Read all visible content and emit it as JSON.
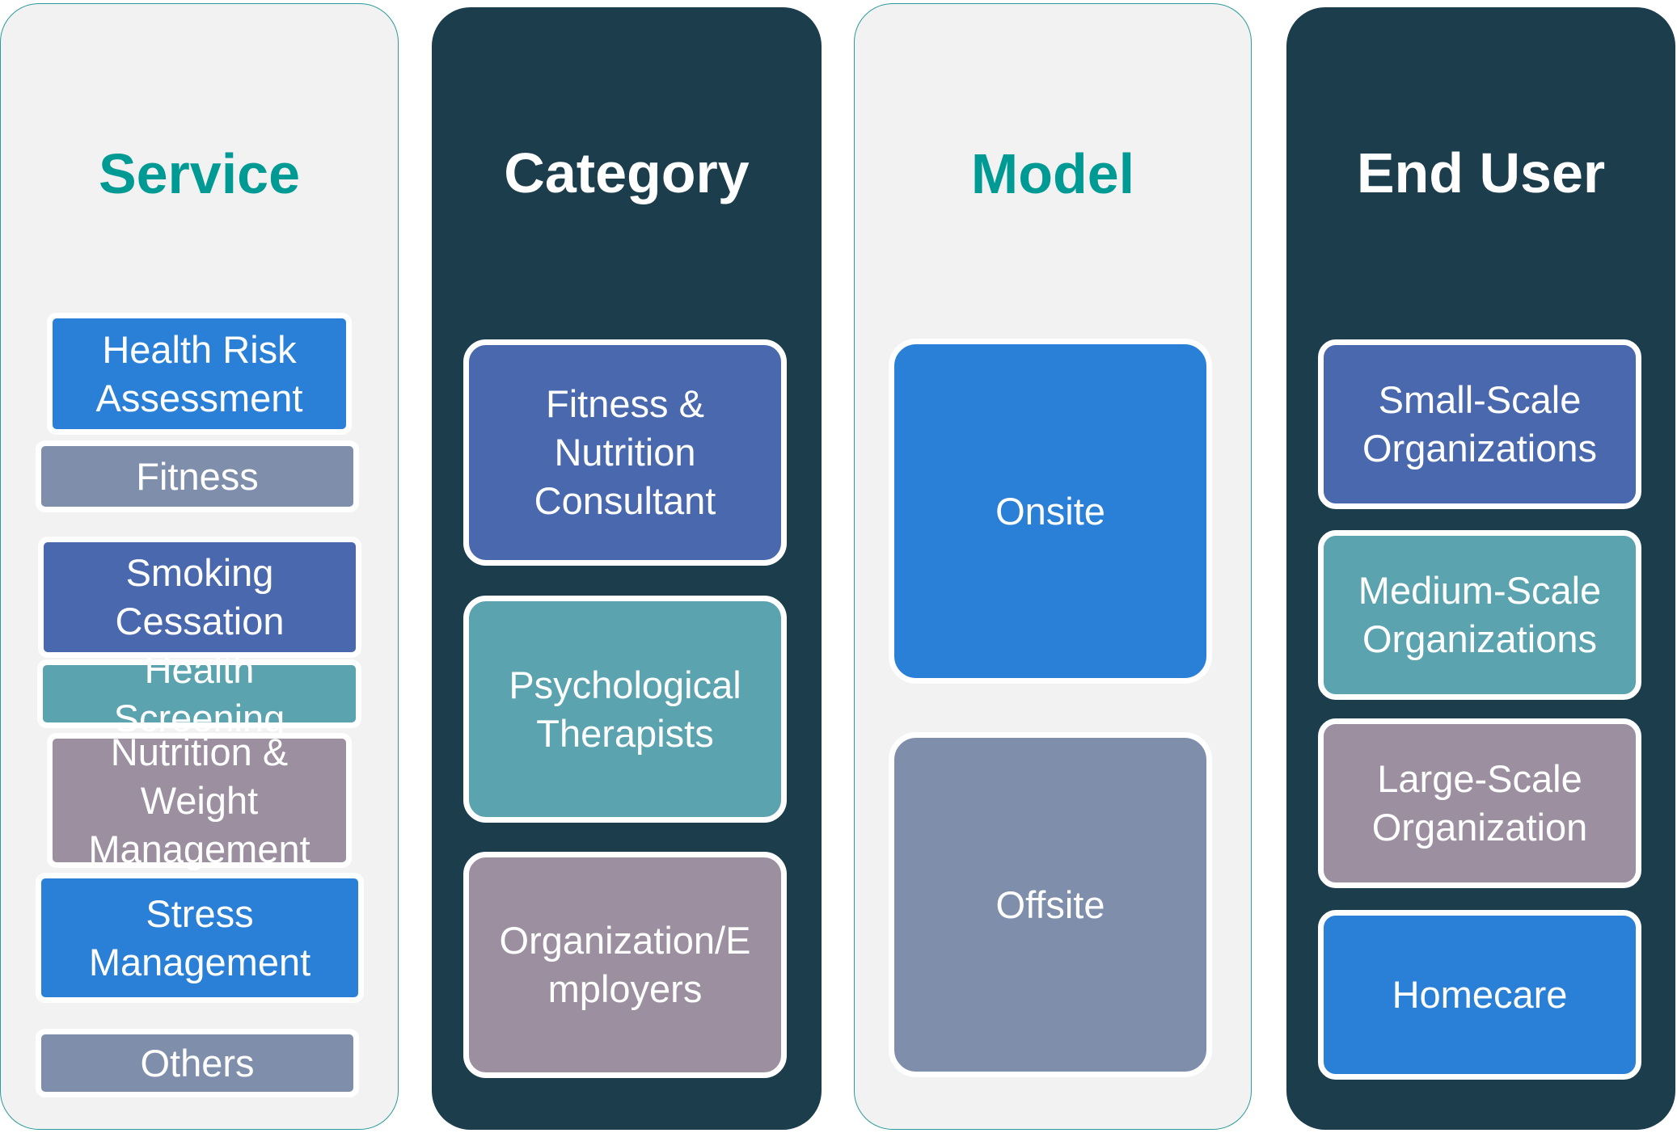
{
  "colors": {
    "dark_panel": "#1b3d4c",
    "light_panel": "#f2f2f2",
    "accent_teal": "#009a94",
    "blue": "#2a7fd7",
    "slate": "#7f8fab",
    "indigo": "#4a68ae",
    "teal": "#5ba3ae",
    "mauve": "#9b8fa0"
  },
  "columns": [
    {
      "title": "Service",
      "items": [
        {
          "label": "Health Risk\nAssessment",
          "color": "#2a7fd7"
        },
        {
          "label": "Fitness",
          "color": "#7f8fab"
        },
        {
          "label": "Smoking\nCessation",
          "color": "#4a68ae"
        },
        {
          "label": "Health\nScreening",
          "color": "#5ba3ae"
        },
        {
          "label": "Nutrition &\nWeight\nManagement",
          "color": "#9b8fa0"
        },
        {
          "label": "Stress\nManagement",
          "color": "#2a7fd7"
        },
        {
          "label": "Others",
          "color": "#7f8fab"
        }
      ]
    },
    {
      "title": "Category",
      "items": [
        {
          "label": "Fitness &\nNutrition\nConsultant",
          "color": "#4a68ae"
        },
        {
          "label": "Psychological\nTherapists",
          "color": "#5ba3ae"
        },
        {
          "label": "Organization/E\nmployers",
          "color": "#9b8fa0"
        }
      ]
    },
    {
      "title": "Model",
      "items": [
        {
          "label": "Onsite",
          "color": "#2a7fd7"
        },
        {
          "label": "Offsite",
          "color": "#7f8fab"
        }
      ]
    },
    {
      "title": "End User",
      "items": [
        {
          "label": "Small-Scale\nOrganizations",
          "color": "#4a68ae"
        },
        {
          "label": "Medium-Scale\nOrganizations",
          "color": "#5ba3ae"
        },
        {
          "label": "Large-Scale\nOrganization",
          "color": "#9b8fa0"
        },
        {
          "label": "Homecare",
          "color": "#2a7fd7"
        }
      ]
    }
  ]
}
